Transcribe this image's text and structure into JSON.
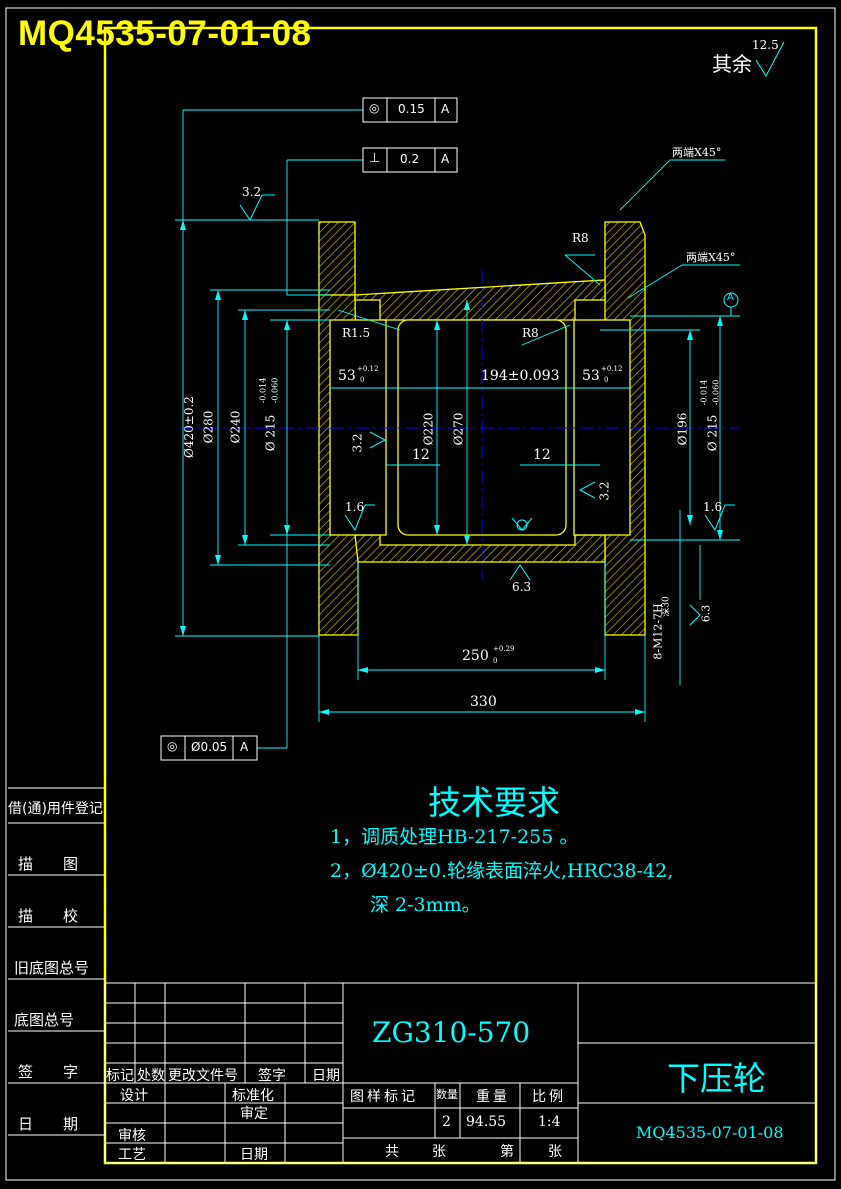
{
  "drawing_number_title": "MQ4535-07-01-08",
  "surface_finish_note": {
    "label": "其余",
    "value": "12.5"
  },
  "tolerance_frames": [
    {
      "symbol": "◎",
      "tolerance": "0.15",
      "datum": "A"
    },
    {
      "symbol": "⊥",
      "tolerance": "0.2",
      "datum": "A"
    },
    {
      "symbol": "◎",
      "tolerance": "Ø0.05",
      "datum": "A"
    }
  ],
  "datum_label": "A",
  "chamfer_notes": [
    "两端X45°",
    "两端X45°"
  ],
  "radii": [
    "R8",
    "R1.5",
    "R8"
  ],
  "roughness": [
    "3.2",
    "3.2",
    "1.6",
    "1.6",
    "3.2",
    "6.3",
    "6.3"
  ],
  "dimensions": {
    "d420": "Ø420±0.2",
    "d280": "Ø280",
    "d240": "Ø240",
    "d215_left": "Ø 215",
    "d215_left_tol_upper": "-0.014",
    "d215_left_tol_lower": "-0.060",
    "d220": "Ø220",
    "d270": "Ø270",
    "d196": "Ø196",
    "d215_right": "Ø 215",
    "d215_right_tol_upper": "-0.014",
    "d215_right_tol_lower": "-0.060",
    "w53_left": "53",
    "w53_left_tol_upper": "+0.12",
    "w53_left_tol_lower": "0",
    "w194": "194±0.093",
    "w53_right": "53",
    "w53_right_tol_upper": "+0.12",
    "w53_right_tol_lower": "0",
    "w12_left": "12",
    "w12_right": "12",
    "w250": "250",
    "w250_tol_upper": "+0.29",
    "w250_tol_lower": "0",
    "w330": "330",
    "holes": "8-M12-7H",
    "holes_depth": "深30"
  },
  "technical_requirements": {
    "title": "技术要求",
    "line1": "1，调质处理HB-217-255    。",
    "line2": "2，Ø420±0.轮缘表面淬火,HRC38-42,",
    "line3": "深    2-3mm。"
  },
  "side_register": [
    "借(通)用件登记",
    "描　　图",
    "描　　校",
    "旧底图总号",
    "底图总号",
    "签　　字",
    "日　　期"
  ],
  "title_block": {
    "material": "ZG310-570",
    "part_name": "下压轮",
    "drawing_number": "MQ4535-07-01-08",
    "revision_headers": [
      "标记",
      "处数",
      "更改文件号",
      "签字",
      "日期"
    ],
    "roles": {
      "design": "设计",
      "standardization": "标准化",
      "review": "审定",
      "check": "审核",
      "process": "工艺",
      "date": "日期"
    },
    "table_headers": {
      "stage_mark": "图样标记",
      "weight": "重量",
      "scale": "比例",
      "quantity_label": "数量"
    },
    "values": {
      "quantity": "2",
      "weight": "94.55",
      "scale": "1:4"
    },
    "sheet": {
      "total": "共",
      "sheets1": "张",
      "no": "第",
      "sheets2": "张"
    }
  },
  "colors": {
    "frame": "#ffff00",
    "geometry": "#ffff00",
    "dimension": "#00ffff",
    "text": "#ffffff",
    "centerline": "#0000ff"
  }
}
